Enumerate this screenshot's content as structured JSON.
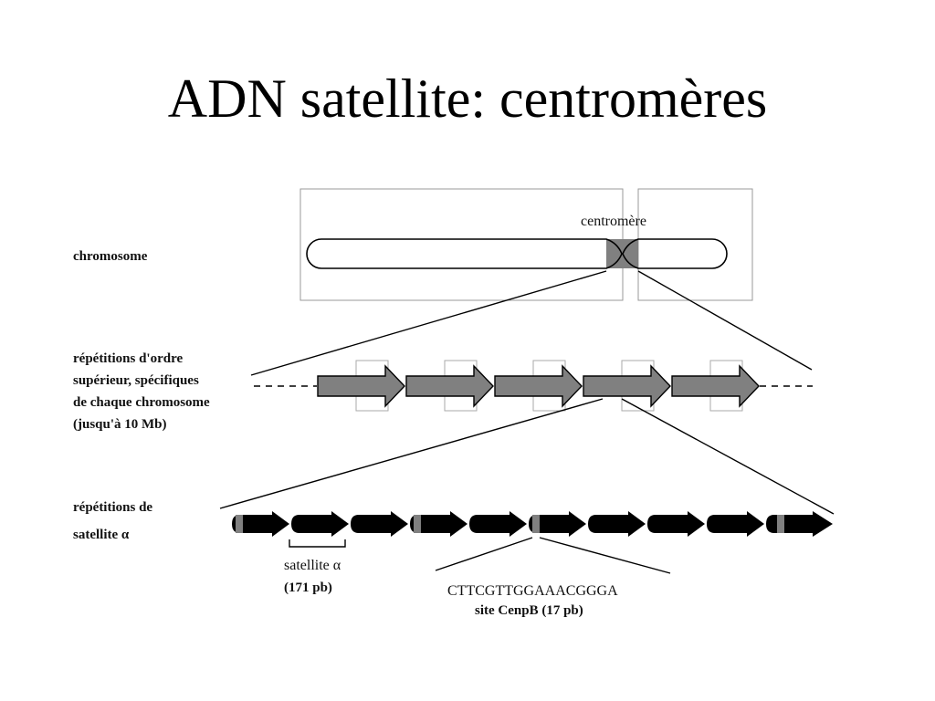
{
  "slide": {
    "title": "ADN satellite: centromères"
  },
  "labels": {
    "chromosome": "chromosome",
    "centromere": "centromère",
    "hor_line1": "répétitions d'ordre",
    "hor_line2": "supérieur, spécifiques",
    "hor_line3": "de chaque chromosome",
    "hor_line4": "(jusqu'à 10 Mb)",
    "alpha_line1": "répétitions de",
    "alpha_line2": "satellite α",
    "monomer_name": "satellite α",
    "monomer_size": "(171 pb)",
    "cenpb_sequence": "CTTCGTTGGAAACGGGA",
    "cenpb_site": "site CenpB (17 pb)"
  },
  "colors": {
    "hor_arrow_fill": "#808080",
    "alpha_arrow_fill": "#000000",
    "centromere_fill": "#808080",
    "frame_stroke": "#999999"
  }
}
